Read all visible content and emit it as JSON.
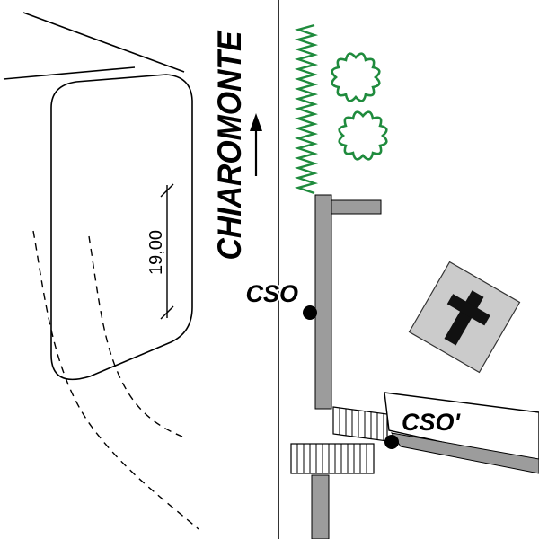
{
  "drawing": {
    "street_label": "CHIAROMONTE",
    "dimension_label": "19,00",
    "survey_point_1": "CSO",
    "survey_point_2": "CSO'"
  },
  "colors": {
    "vegetation_green": "#1f8b3d",
    "wall_gray": "#9c9c9c",
    "building_gray": "#cbcbcb",
    "ink_black": "#000000",
    "background_white": "#ffffff"
  },
  "icons": {
    "direction_arrow": "north-up-arrow",
    "hedge": "hedge-zigzag",
    "tree": "tree-canopy-scribble",
    "cross": "latin-cross",
    "survey_dot": "filled-circle"
  }
}
